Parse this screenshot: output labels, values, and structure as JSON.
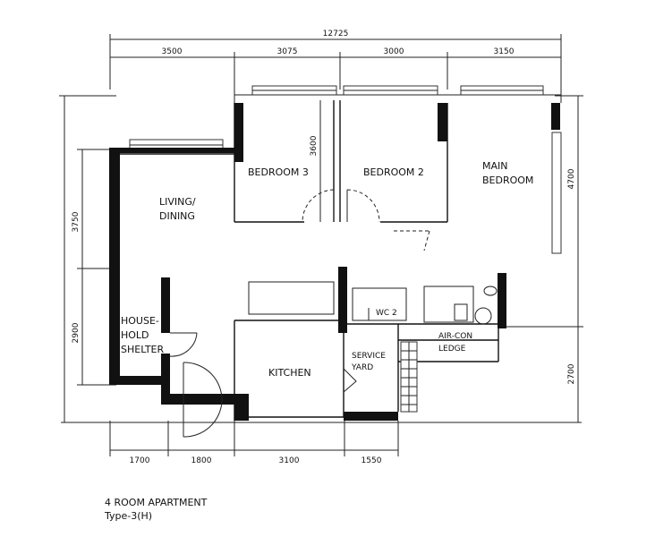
{
  "dimensions": {
    "overall": "12725",
    "top": [
      "3500",
      "3075",
      "3000",
      "3150"
    ],
    "bottom": [
      "1700",
      "1800",
      "3100",
      "1550"
    ],
    "left_outer": "3750",
    "left_inner": "2900",
    "right_upper": "4700",
    "right_lower": "2700",
    "bedroom3_depth": "3600"
  },
  "rooms": {
    "bedroom3": "BEDROOM 3",
    "bedroom2": "BEDROOM 2",
    "master_line1": "MAIN",
    "master_line2": "BEDROOM",
    "living_line1": "LIVING/",
    "living_line2": "DINING",
    "shelter_line1": "HOUSE-",
    "shelter_line2": "HOLD",
    "shelter_line3": "SHELTER",
    "kitchen": "KITCHEN",
    "service_line1": "SERVICE",
    "service_line2": "YARD",
    "aircon_line1": "AIR-CON",
    "aircon_line2": "LEDGE",
    "wc": "WC 2"
  },
  "caption": {
    "line1": "4 ROOM APARTMENT",
    "line2": "Type-3(H)"
  }
}
